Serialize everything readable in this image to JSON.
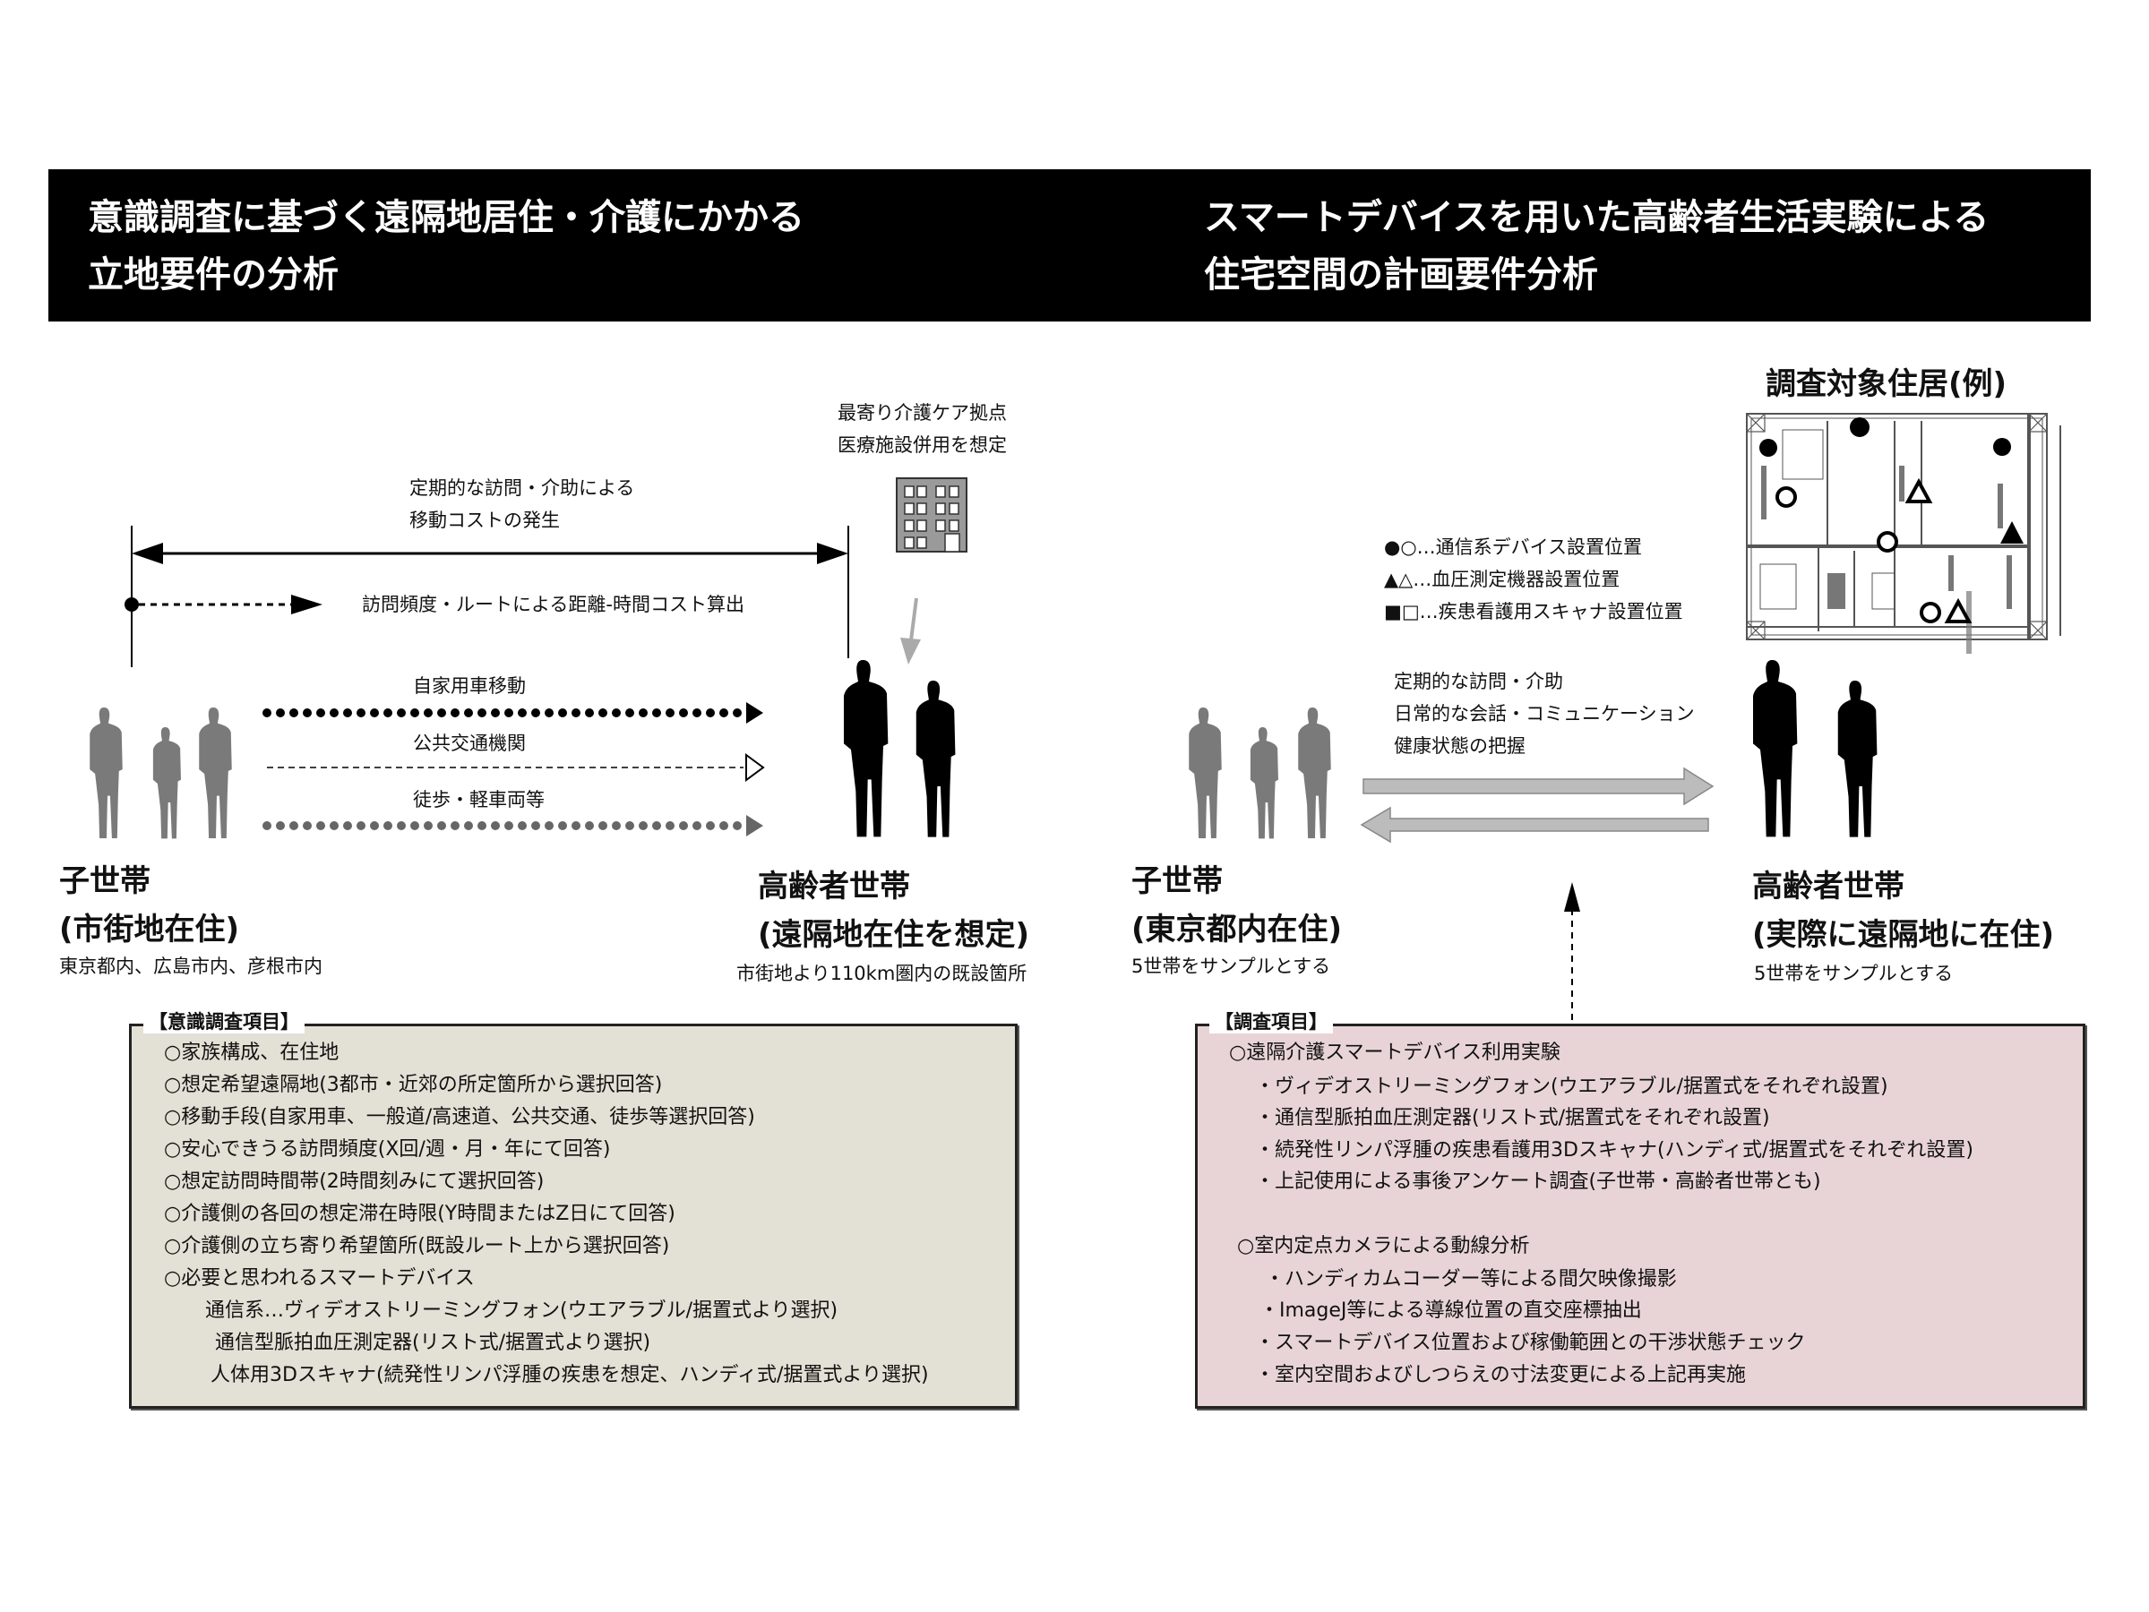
{
  "header": {
    "left_title": [
      "意識調査に基づく遠隔地居住・介護にかかる",
      "立地要件の分析"
    ],
    "right_title": [
      "スマートデバイスを用いた高齢者生活実験による",
      "住宅空間の計画要件分析"
    ]
  },
  "left_diagram": {
    "care_base": [
      "最寄り介護ケア拠点",
      "医療施設併用を想定"
    ],
    "cost_label": [
      "定期的な訪問・介助による",
      "移動コストの発生"
    ],
    "calc_label": "訪問頻度・ルートによる距離-時間コスト算出",
    "modes": [
      "自家用車移動",
      "公共交通機関",
      "徒歩・軽車両等"
    ],
    "child_household": {
      "title": "子世帯",
      "subtitle": "(市街地在住)",
      "note": "東京都内、広島市内、彦根市内"
    },
    "elderly_household": {
      "title": "高齢者世帯",
      "subtitle": "(遠隔地在住を想定)",
      "note": "市街地より110km圏内の既設箇所"
    }
  },
  "right_diagram": {
    "plan_title": "調査対象住居(例)",
    "legend": [
      "●○…通信系デバイス設置位置",
      "▲△…血圧測定機器設置位置",
      "■□…疾患看護用スキャナ設置位置"
    ],
    "interaction": [
      "定期的な訪問・介助",
      "日常的な会話・コミュニケーション",
      "健康状態の把握"
    ],
    "child_household": {
      "title": "子世帯",
      "subtitle": "(東京都内在住)",
      "note": "5世帯をサンプルとする"
    },
    "elderly_household": {
      "title": "高齢者世帯",
      "subtitle": "(実際に遠隔地に在住)",
      "note": "5世帯をサンプルとする"
    }
  },
  "left_box": {
    "title": "【意識調査項目】",
    "items": [
      "○家族構成、在住地",
      "○想定希望遠隔地(3都市・近郊の所定箇所から選択回答)",
      "○移動手段(自家用車、一般道/高速道、公共交通、徒歩等選択回答)",
      "○安心できうる訪問頻度(X回/週・月・年にて回答)",
      "○想定訪問時間帯(2時間刻みにて選択回答)",
      "○介護側の各回の想定滞在時限(Y時間またはZ日にて回答)",
      "○介護側の立ち寄り希望箇所(既設ルート上から選択回答)",
      "○必要と思われるスマートデバイス"
    ],
    "subitems": [
      "通信系…ヴィデオストリーミングフォン(ウエアラブル/据置式より選択)",
      "通信型脈拍血圧測定器(リスト式/据置式より選択)",
      "人体用3Dスキャナ(続発性リンパ浮腫の疾患を想定、ハンディ式/据置式より選択)"
    ]
  },
  "right_box": {
    "title": "【調査項目】",
    "section1": "○遠隔介護スマートデバイス利用実験",
    "section1_items": [
      "・ヴィデオストリーミングフォン(ウエアラブル/据置式をそれぞれ設置)",
      "・通信型脈拍血圧測定器(リスト式/据置式をそれぞれ設置)",
      "・続発性リンパ浮腫の疾患看護用3Dスキャナ(ハンディ式/据置式をそれぞれ設置)",
      "・上記使用による事後アンケート調査(子世帯・高齢者世帯とも)"
    ],
    "section2": "○室内定点カメラによる動線分析",
    "section2_items": [
      "・ハンディカムコーダー等による間欠映像撮影",
      "・ImageJ等による導線位置の直交座標抽出",
      "・スマートデバイス位置および稼働範囲との干渉状態チェック",
      "・室内空間およびしつらえの寸法変更による上記再実施"
    ]
  },
  "colors": {
    "left_box_bg": "#e3e0d5",
    "right_box_bg": "#e8d4d6",
    "child_silhouette": "#7a7a7a",
    "elderly_silhouette": "#000000",
    "arrow_gray": "#b8b8b8"
  }
}
